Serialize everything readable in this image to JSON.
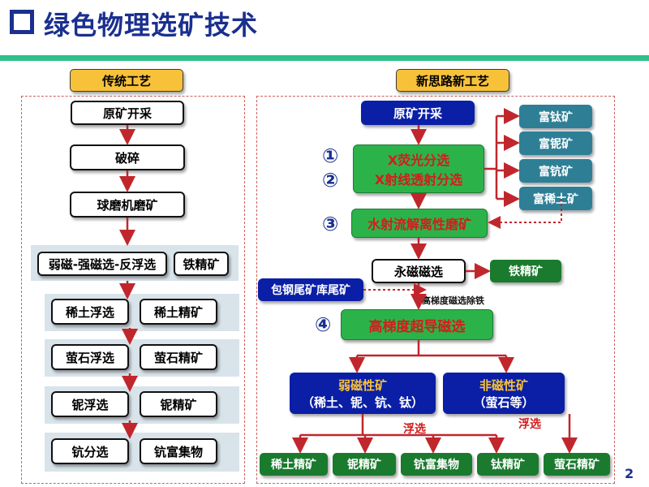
{
  "title": "绿色物理选矿技术",
  "page_number": "2",
  "left": {
    "header": "传统工艺",
    "steps": [
      "原矿开采",
      "破碎",
      "球磨机磨矿"
    ],
    "row_mag": {
      "process": "弱磁-强磁选-反浮选",
      "product": "铁精矿"
    },
    "rows": [
      {
        "process": "稀土浮选",
        "product": "稀土精矿"
      },
      {
        "process": "萤石浮选",
        "product": "萤石精矿"
      },
      {
        "process": "铌浮选",
        "product": "铌精矿"
      },
      {
        "process": "钪分选",
        "product": "钪富集物"
      }
    ]
  },
  "right": {
    "header": "新思路新工艺",
    "raw_ore": "原矿开采",
    "numbers": [
      "①",
      "②",
      "③",
      "④"
    ],
    "xray": {
      "line1": "X荧光分选",
      "line2": "X射线透射分选"
    },
    "products_top": [
      "富钛矿",
      "富铌矿",
      "富钪矿",
      "富稀土矿"
    ],
    "water_jet": "水射流解离性磨矿",
    "perm_mag": "永磁磁选",
    "iron_conc": "铁精矿",
    "tailings": "包钢尾矿库尾矿",
    "hg_note": "高梯度磁选除铁",
    "superconducting": "高梯度超导磁选",
    "weak_mag": {
      "line1": "弱磁性矿",
      "line2": "（稀土、铌、钪、钛）"
    },
    "non_mag": {
      "line1": "非磁性矿",
      "line2": "（萤石等）"
    },
    "flotation": "浮选",
    "final_products": [
      "稀土精矿",
      "铌精矿",
      "钪富集物",
      "钛精矿",
      "萤石精矿"
    ]
  },
  "colors": {
    "title_blue": "#1a2f8f",
    "rule_green": "#2fc08a",
    "header_gold": "#f7c23a",
    "navy": "#0a1fa6",
    "teal": "#2e7f96",
    "green": "#2bb34a",
    "dark_green": "#1a7a2e",
    "red": "#d41c1c",
    "band": "#d9e3ea"
  }
}
